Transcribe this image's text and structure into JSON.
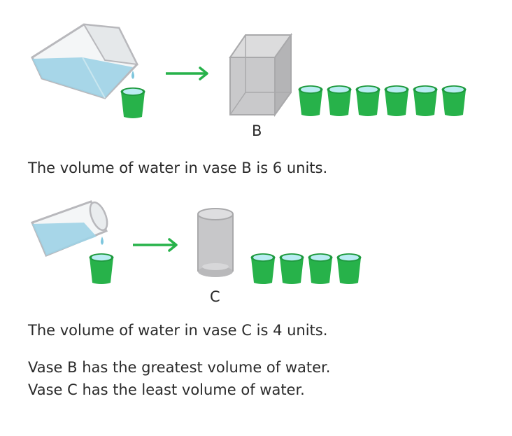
{
  "section_b": {
    "vase_label": "B",
    "cup_count": 6,
    "sentence": "The volume of water in vase B is 6 units."
  },
  "section_c": {
    "vase_label": "C",
    "cup_count": 4,
    "sentence": "The volume of water in vase C is 4 units."
  },
  "conclusion": {
    "line1": "Vase B has the greatest volume of water.",
    "line2": "Vase C has the least volume of water."
  },
  "colors": {
    "cup_green": "#27b24a",
    "cup_dark": "#1e9a3e",
    "water_rim": "#b9ecf2",
    "arrow": "#27b24a",
    "vase_grey": "#c7c7c9",
    "vase_dark": "#a9a9ab",
    "jug_water": "#9fd3e6"
  },
  "icons": [
    "pouring-jug-icon",
    "cup-icon",
    "arrow-right-icon",
    "box-vase-icon",
    "cylinder-vase-icon",
    "water-drop-icon"
  ]
}
